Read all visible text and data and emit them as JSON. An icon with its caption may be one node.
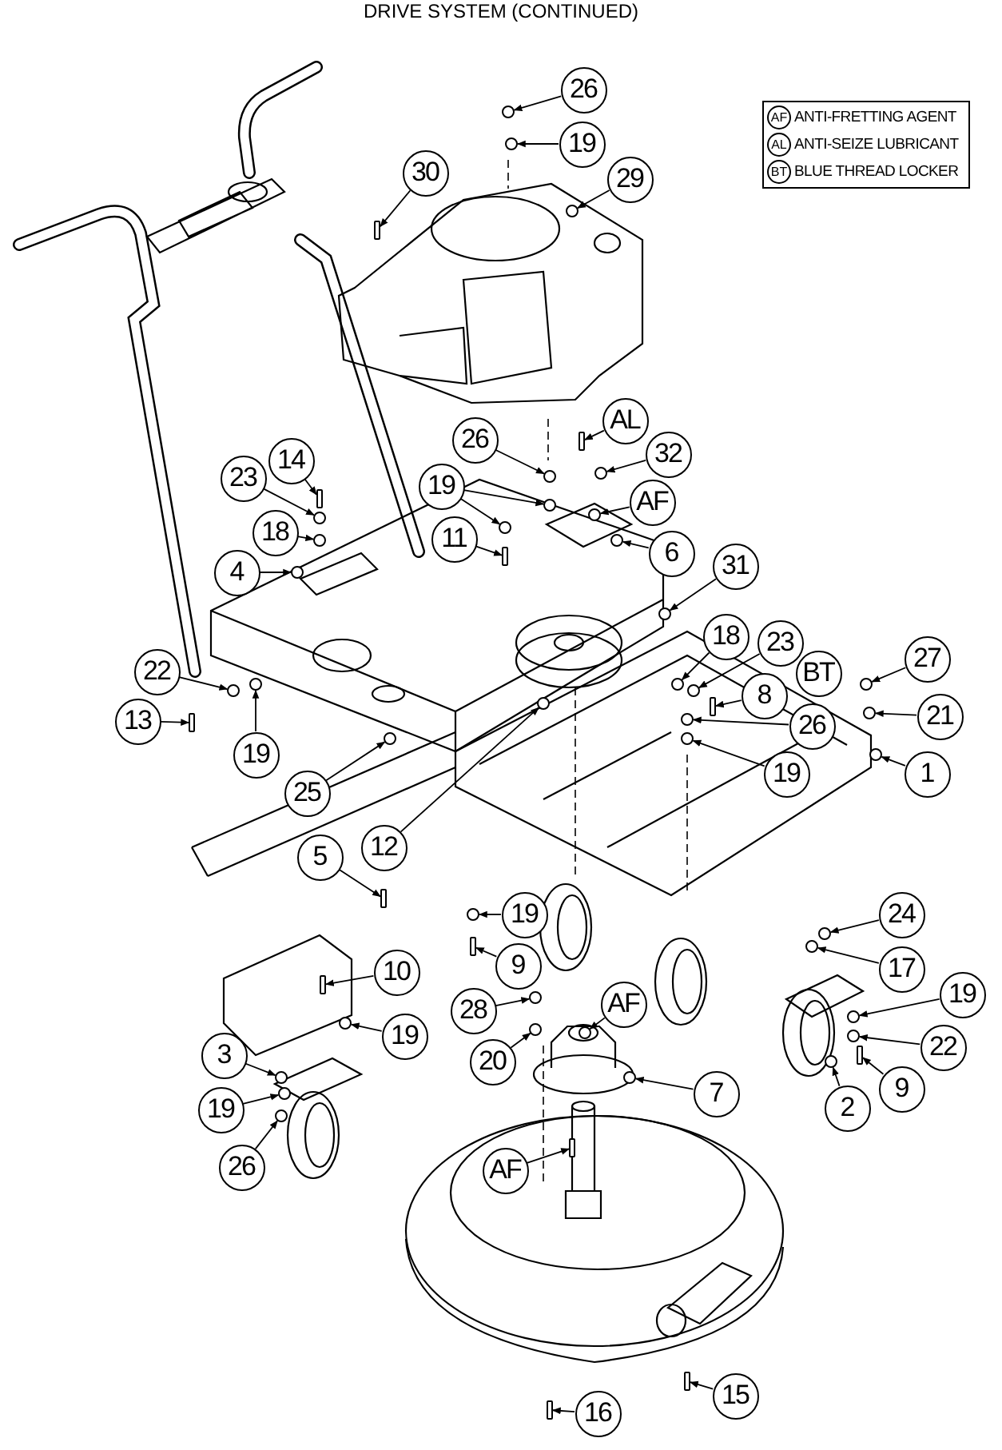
{
  "diagram": {
    "title": "DRIVE SYSTEM (CONTINUED)",
    "nodes": [
      {
        "text": [
          "26"
        ]
      },
      {
        "text": [
          "19"
        ]
      },
      {
        "text": [
          "30"
        ]
      },
      {
        "text": [
          "29"
        ]
      },
      {
        "text": [
          "AL"
        ]
      },
      {
        "text": [
          "26"
        ]
      },
      {
        "text": [
          "32"
        ]
      },
      {
        "text": [
          "14"
        ]
      },
      {
        "text": [
          "23"
        ]
      },
      {
        "text": [
          "19"
        ]
      },
      {
        "text": [
          "AF"
        ]
      },
      {
        "text": [
          "18"
        ]
      },
      {
        "text": [
          "11"
        ]
      },
      {
        "text": [
          "6"
        ]
      },
      {
        "text": [
          "4"
        ]
      },
      {
        "text": [
          "31"
        ]
      },
      {
        "text": [
          "18"
        ]
      },
      {
        "text": [
          "23"
        ]
      },
      {
        "text": [
          "27"
        ]
      },
      {
        "text": [
          "22"
        ]
      },
      {
        "text": [
          "BT"
        ]
      },
      {
        "text": [
          "8"
        ]
      },
      {
        "text": [
          "21"
        ]
      },
      {
        "text": [
          "13"
        ]
      },
      {
        "text": [
          "26"
        ]
      },
      {
        "text": [
          "19"
        ]
      },
      {
        "text": [
          "1"
        ]
      },
      {
        "text": [
          "19"
        ]
      },
      {
        "text": [
          "25"
        ]
      },
      {
        "text": [
          "12"
        ]
      },
      {
        "text": [
          "5"
        ]
      },
      {
        "text": [
          "19"
        ]
      },
      {
        "text": [
          "24"
        ]
      },
      {
        "text": [
          "9"
        ]
      },
      {
        "text": [
          "17"
        ]
      },
      {
        "text": [
          "10"
        ]
      },
      {
        "text": [
          "19"
        ]
      },
      {
        "text": [
          "28"
        ]
      },
      {
        "text": [
          "AF"
        ]
      },
      {
        "text": [
          "19"
        ]
      },
      {
        "text": [
          "22"
        ]
      },
      {
        "text": [
          "3"
        ]
      },
      {
        "text": [
          "20"
        ]
      },
      {
        "text": [
          "9"
        ]
      },
      {
        "text": [
          "7"
        ]
      },
      {
        "text": [
          "2"
        ]
      },
      {
        "text": [
          "19"
        ]
      },
      {
        "text": [
          "26"
        ]
      },
      {
        "text": [
          "AF"
        ]
      },
      {
        "text": [
          "16"
        ]
      },
      {
        "text": [
          "15"
        ]
      },
      {
        "text": [],
        "shape": "circle"
      },
      {
        "text": [],
        "shape": "circle"
      },
      {
        "text": [],
        "shape": "bar"
      },
      {
        "text": [],
        "shape": "circle"
      },
      {
        "text": [],
        "shape": "bar"
      },
      {
        "text": [],
        "shape": "circle"
      },
      {
        "text": [],
        "shape": "circle"
      },
      {
        "text": [],
        "shape": "bar"
      },
      {
        "text": [],
        "shape": "circle"
      },
      {
        "text": [],
        "shape": "circle"
      },
      {
        "text": [],
        "shape": "circle"
      },
      {
        "text": [],
        "shape": "circle"
      },
      {
        "text": [],
        "shape": "circle"
      },
      {
        "text": [],
        "shape": "bar"
      },
      {
        "text": [],
        "shape": "circle"
      },
      {
        "text": [],
        "shape": "circle"
      },
      {
        "text": [],
        "shape": "circle"
      },
      {
        "text": [],
        "shape": "circle"
      },
      {
        "text": [],
        "shape": "circle"
      },
      {
        "text": [],
        "shape": "circle"
      },
      {
        "text": [],
        "shape": "circle"
      },
      {
        "text": [],
        "shape": "bar"
      },
      {
        "text": [],
        "shape": "circle"
      },
      {
        "text": [],
        "shape": "bar"
      },
      {
        "text": [],
        "shape": "circle"
      },
      {
        "text": [],
        "shape": "circle"
      },
      {
        "text": [],
        "shape": "circle"
      },
      {
        "text": [],
        "shape": "circle"
      },
      {
        "text": [],
        "shape": "circle"
      },
      {
        "text": [],
        "shape": "circle"
      },
      {
        "text": [],
        "shape": "bar"
      },
      {
        "text": [],
        "shape": "circle"
      },
      {
        "text": [],
        "shape": "circle"
      },
      {
        "text": [],
        "shape": "bar"
      },
      {
        "text": [],
        "shape": "circle"
      },
      {
        "text": [],
        "shape": "bar"
      },
      {
        "text": [],
        "shape": "circle"
      },
      {
        "text": [],
        "shape": "circle"
      },
      {
        "text": [],
        "shape": "circle"
      },
      {
        "text": [],
        "shape": "circle"
      },
      {
        "text": [],
        "shape": "circle"
      },
      {
        "text": [],
        "shape": "circle"
      },
      {
        "text": [],
        "shape": "circle"
      },
      {
        "text": [],
        "shape": "bar"
      },
      {
        "text": [],
        "shape": "circle"
      },
      {
        "text": [],
        "shape": "circle"
      },
      {
        "text": [],
        "shape": "circle"
      },
      {
        "text": [],
        "shape": "circle"
      },
      {
        "text": [],
        "shape": "bar"
      },
      {
        "text": [],
        "shape": "bar"
      },
      {
        "text": [],
        "shape": "bar"
      }
    ],
    "edges": [
      {
        "from": 0,
        "to": 51,
        "arrow": "to"
      },
      {
        "from": 1,
        "to": 52,
        "arrow": "to"
      },
      {
        "from": 2,
        "to": 53,
        "arrow": "to"
      },
      {
        "from": 3,
        "to": 54,
        "arrow": "to"
      },
      {
        "from": 4,
        "to": 55,
        "arrow": "to"
      },
      {
        "from": 5,
        "to": 56,
        "arrow": "to"
      },
      {
        "from": 6,
        "to": 57,
        "arrow": "to"
      },
      {
        "from": 7,
        "to": 58,
        "arrow": "to"
      },
      {
        "from": 8,
        "to": 59,
        "arrow": "to"
      },
      {
        "from": 9,
        "to": 60,
        "arrow": "to"
      },
      {
        "from": 9,
        "to": 61,
        "arrow": "to"
      },
      {
        "from": 10,
        "to": 62,
        "arrow": "to"
      },
      {
        "from": 11,
        "to": 63,
        "arrow": "to"
      },
      {
        "from": 12,
        "to": 64,
        "arrow": "to"
      },
      {
        "from": 13,
        "to": 65,
        "arrow": "to"
      },
      {
        "from": 14,
        "to": 66,
        "arrow": "to"
      },
      {
        "from": 15,
        "to": 67,
        "arrow": "to"
      },
      {
        "from": 16,
        "to": 68,
        "arrow": "to"
      },
      {
        "from": 17,
        "to": 69,
        "arrow": "to"
      },
      {
        "from": 18,
        "to": 70,
        "arrow": "to"
      },
      {
        "from": 19,
        "to": 71,
        "arrow": "to"
      },
      {
        "from": 21,
        "to": 72,
        "arrow": "to"
      },
      {
        "from": 22,
        "to": 73,
        "arrow": "to"
      },
      {
        "from": 23,
        "to": 74,
        "arrow": "to"
      },
      {
        "from": 24,
        "to": 75,
        "arrow": "to"
      },
      {
        "from": 25,
        "to": 76,
        "arrow": "to"
      },
      {
        "from": 26,
        "to": 77,
        "arrow": "to"
      },
      {
        "from": 27,
        "to": 78,
        "arrow": "to"
      },
      {
        "from": 28,
        "to": 79,
        "arrow": "to"
      },
      {
        "from": 29,
        "to": 80,
        "arrow": "to"
      },
      {
        "from": 30,
        "to": 81,
        "arrow": "to"
      },
      {
        "from": 31,
        "to": 82,
        "arrow": "to"
      },
      {
        "from": 32,
        "to": 83,
        "arrow": "to"
      },
      {
        "from": 33,
        "to": 84,
        "arrow": "to"
      },
      {
        "from": 34,
        "to": 85,
        "arrow": "to"
      },
      {
        "from": 35,
        "to": 86,
        "arrow": "to"
      },
      {
        "from": 36,
        "to": 87,
        "arrow": "to"
      },
      {
        "from": 37,
        "to": 88,
        "arrow": "to"
      },
      {
        "from": 38,
        "to": 89,
        "arrow": "to"
      },
      {
        "from": 39,
        "to": 90,
        "arrow": "to"
      },
      {
        "from": 40,
        "to": 91,
        "arrow": "to"
      },
      {
        "from": 41,
        "to": 92,
        "arrow": "to"
      },
      {
        "from": 42,
        "to": 93,
        "arrow": "to"
      },
      {
        "from": 43,
        "to": 94,
        "arrow": "to"
      },
      {
        "from": 44,
        "to": 95,
        "arrow": "to"
      },
      {
        "from": 45,
        "to": 96,
        "arrow": "to"
      },
      {
        "from": 46,
        "to": 97,
        "arrow": "to"
      },
      {
        "from": 47,
        "to": 98,
        "arrow": "to"
      },
      {
        "from": 48,
        "to": 99,
        "arrow": "to"
      },
      {
        "from": 49,
        "to": 100,
        "arrow": "to"
      },
      {
        "from": 50,
        "to": 101,
        "arrow": "to"
      }
    ],
    "labels": [
      "AF",
      "AL",
      "BT"
    ],
    "legend": [
      {
        "text": "ANTI-FRETTING AGENT"
      },
      {
        "text": "ANTI-SEIZE LUBRICANT"
      },
      {
        "text": "BLUE THREAD LOCKER"
      }
    ]
  }
}
